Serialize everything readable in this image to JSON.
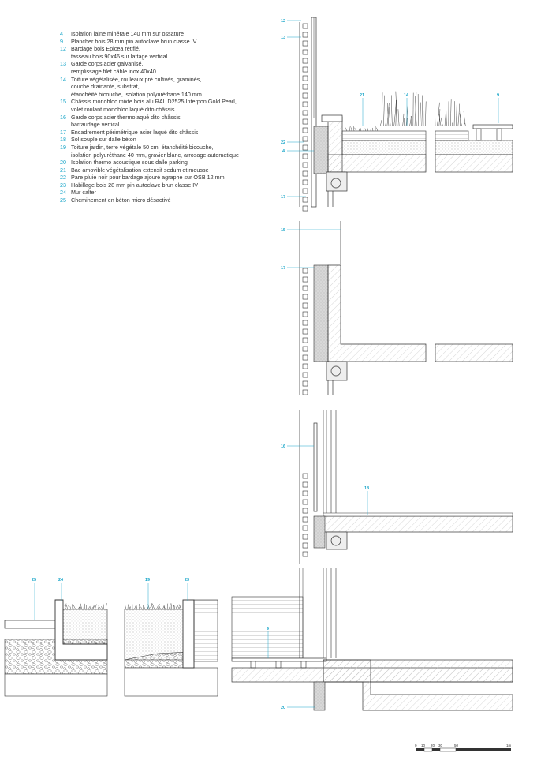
{
  "colors": {
    "accent": "#1aa6c9",
    "line": "#333333",
    "hatch": "#bbbbbb",
    "dim": "#999999"
  },
  "legend": [
    {
      "num": "4",
      "text": "Isolation laine minérale 140 mm sur ossature"
    },
    {
      "num": "9",
      "text": "Plancher bois 28 mm pin autoclave brun classe IV"
    },
    {
      "num": "12",
      "text": "Bardage bois Epicea rétifié,\ntasseau bois 90x46 sur lattage vertical"
    },
    {
      "num": "13",
      "text": "Garde corps acier galvanisé,\nremplissage filet câble inox 40x40"
    },
    {
      "num": "14",
      "text": "Toiture végétalisée, rouleaux pré cultivés, graminés,\ncouche drainante, substrat,\nétanchéité bicouche, isolation polyuréthane 140 mm"
    },
    {
      "num": "15",
      "text": "Châssis monobloc mixte bois alu RAL D2525 Interpon Gold Pearl,\nvolet roulant monobloc laqué dito châssis"
    },
    {
      "num": "16",
      "text": "Garde corps acier thermolaqué dito châssis,\nbarraudage vertical"
    },
    {
      "num": "17",
      "text": "Encadrement périmétrique acier laqué dito châssis"
    },
    {
      "num": "18",
      "text": "Sol souple sur dalle béton"
    },
    {
      "num": "19",
      "text": "Toiture jardin, terre végétale 50 cm, étanchéité bicouche,\nisolation polyuréthane 40 mm, gravier blanc, arrosage automatique"
    },
    {
      "num": "20",
      "text": "Isolation thermo acoustique sous dalle parking"
    },
    {
      "num": "21",
      "text": "Bac amovible végétalisation extensif sedum et mousse"
    },
    {
      "num": "22",
      "text": "Pare pluie noir pour bardage ajouré agraphe sur OSB 12 mm"
    },
    {
      "num": "23",
      "text": "Habillage bois 28 mm pin autoclave brun classe IV"
    },
    {
      "num": "24",
      "text": "Mur calter"
    },
    {
      "num": "25",
      "text": "Cheminement en béton micro désactivé"
    }
  ],
  "callouts": {
    "c12": "12",
    "c13": "13",
    "c21": "21",
    "c14": "14",
    "c9a": "9",
    "c22": "22",
    "c4": "4",
    "c17a": "17",
    "c15": "15",
    "c17b": "17",
    "c16": "16",
    "c18": "18",
    "c25": "25",
    "c24": "24",
    "c19": "19",
    "c23": "23",
    "c9b": "9",
    "c20": "20"
  },
  "scale": {
    "ticks": [
      "0",
      "10",
      "20",
      "30",
      "50",
      "1m"
    ]
  }
}
